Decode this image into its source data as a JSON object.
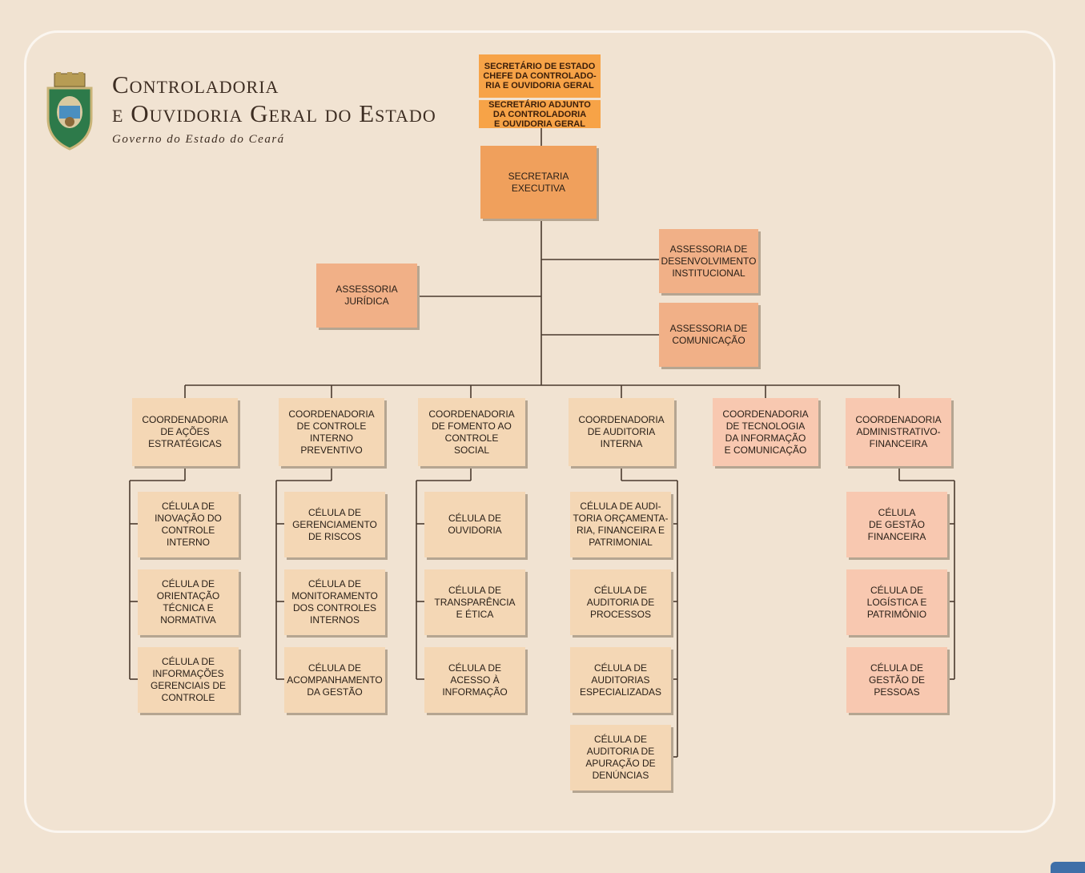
{
  "header": {
    "title_line1": "Controladoria",
    "title_line2": "e Ouvidoria Geral do Estado",
    "subtitle": "Governo do Estado do Ceará"
  },
  "colors": {
    "background": "#f1e3d2",
    "box_light": "#f4d7b5",
    "box_pink": "#f8c8b0",
    "box_salmon": "#f1b087",
    "box_orange": "#f0a05c",
    "box_top": "#f7a347"
  },
  "top": {
    "secretario": "SECRETÁRIO DE ESTADO\nCHEFE DA CONTROLADO-\nRIA E OUVIDORIA GERAL",
    "adjunto": "SECRETÁRIO ADJUNTO\nDA CONTROLADORIA\nE OUVIDORIA GERAL"
  },
  "secretaria_executiva": "SECRETARIA\nEXECUTIVA",
  "assessorias": {
    "juridica": "ASSESSORIA\nJURÍDICA",
    "desenvolvimento": "ASSESSORIA DE\nDESENVOLVIMENTO\nINSTITUCIONAL",
    "comunicacao": "ASSESSORIA DE\nCOMUNICAÇÃO"
  },
  "coordenadorias": [
    {
      "label": "COORDENADORIA\nDE AÇÕES\nESTRATÉGICAS",
      "celulas": [
        "CÉLULA DE\nINOVAÇÃO DO\nCONTROLE\nINTERNO",
        "CÉLULA DE\nORIENTAÇÃO\nTÉCNICA E\nNORMATIVA",
        "CÉLULA DE\nINFORMAÇÕES\nGERENCIAIS DE\nCONTROLE"
      ]
    },
    {
      "label": "COORDENADORIA\nDE CONTROLE\nINTERNO\nPREVENTIVO",
      "celulas": [
        "CÉLULA DE\nGERENCIAMENTO\nDE RISCOS",
        "CÉLULA DE\nMONITORAMENTO\nDOS CONTROLES\nINTERNOS",
        "CÉLULA DE\nACOMPANHAMENTO\nDA GESTÃO"
      ]
    },
    {
      "label": "COORDENADORIA\nDE FOMENTO AO\nCONTROLE\nSOCIAL",
      "celulas": [
        "CÉLULA DE\nOUVIDORIA",
        "CÉLULA DE\nTRANSPARÊNCIA\nE ÉTICA",
        "CÉLULA DE\nACESSO À\nINFORMAÇÃO"
      ]
    },
    {
      "label": "COORDENADORIA\nDE AUDITORIA\nINTERNA",
      "celulas": [
        "CÉLULA DE AUDI-\nTORIA ORÇAMENTA-\nRIA, FINANCEIRA E\nPATRIMONIAL",
        "CÉLULA DE\nAUDITORIA DE\nPROCESSOS",
        "CÉLULA DE\nAUDITORIAS\nESPECIALIZADAS",
        "CÉLULA DE\nAUDITORIA DE\nAPURAÇÃO DE\nDENÚNCIAS"
      ]
    },
    {
      "label": "COORDENADORIA\nDE TECNOLOGIA\nDA INFORMAÇÃO\nE COMUNICAÇÃO",
      "celulas": []
    },
    {
      "label": "COORDENADORIA\nADMINISTRATIVO-\nFINANCEIRA",
      "celulas": [
        "CÉLULA\nDE GESTÃO\nFINANCEIRA",
        "CÉLULA DE\nLOGÍSTICA E\nPATRIMÔNIO",
        "CÉLULA DE\nGESTÃO DE\nPESSOAS"
      ]
    }
  ]
}
